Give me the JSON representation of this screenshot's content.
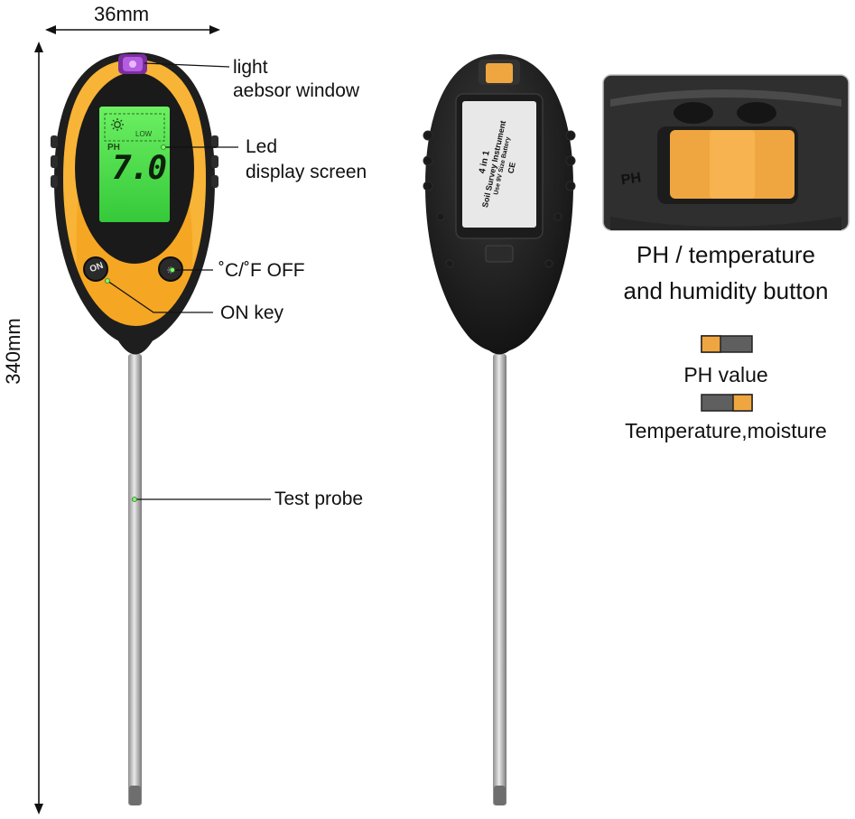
{
  "dimensions": {
    "width": "36mm",
    "height": "340mm"
  },
  "callouts": {
    "light_window_line1": "light",
    "light_window_line2": "aebsor window",
    "display_line1": "Led",
    "display_line2": "display screen",
    "temp_off": "˚C/˚F OFF",
    "on_key": "ON key",
    "test_probe": "Test probe"
  },
  "lcd": {
    "low": "LOW",
    "mode": "PH",
    "reading": "7.0",
    "sun_icon": "sun-icon"
  },
  "buttons": {
    "on": "ON"
  },
  "back_label": {
    "line1": "4 in 1",
    "line2": "Soil Survey Instrument",
    "line3": "Use 9V Size Battery",
    "mark": "CE"
  },
  "inset": {
    "ph_mark": "PH",
    "caption_line1": "PH / temperature",
    "caption_line2": "and humidity button"
  },
  "legend": {
    "ph_value": "PH value",
    "temp_moisture": "Temperature,moisture"
  },
  "colors": {
    "body_orange": "#f5a623",
    "body_black": "#1e1e1e",
    "lcd_green": "#4de04a",
    "switch_orange": "#f0a640",
    "switch_gray": "#5f5f5f"
  }
}
